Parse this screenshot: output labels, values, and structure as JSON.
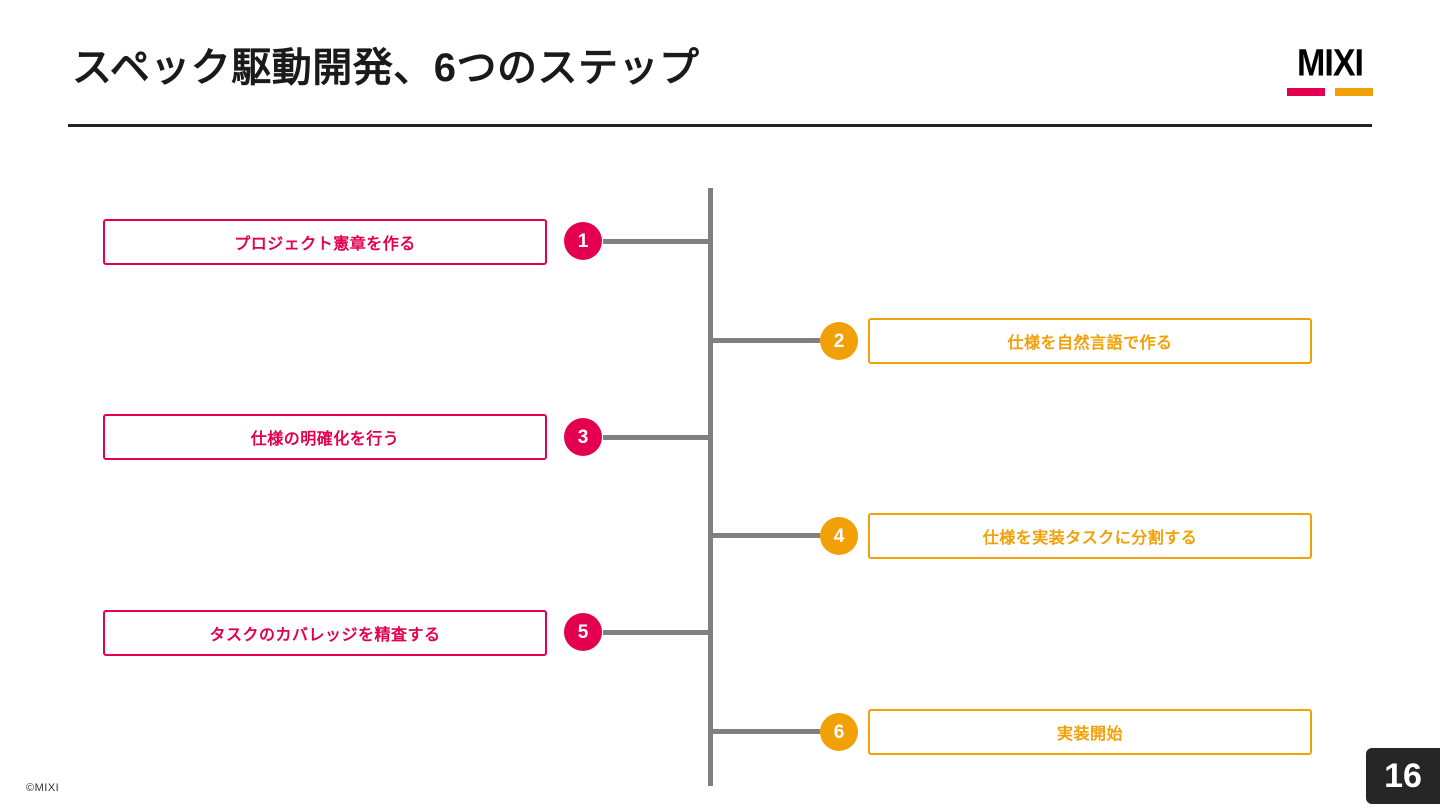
{
  "slide": {
    "title": "スペック駆動開発、6つのステップ",
    "page_number": "16",
    "copyright": "©MIXI",
    "background_color": "#FFFFFF"
  },
  "logo": {
    "wordmark": "MIXI",
    "bar_left_color": "#E4004F",
    "bar_right_color": "#F2A007"
  },
  "colors": {
    "pink": "#E4004F",
    "amber": "#F2A007",
    "timeline_gray": "#808080",
    "rule_dark": "#222222"
  },
  "timeline": {
    "axis_color": "#808080",
    "steps": [
      {
        "number": "1",
        "label": "プロジェクト憲章を作る",
        "side": "left",
        "color": "#E4004F"
      },
      {
        "number": "2",
        "label": "仕様を自然言語で作る",
        "side": "right",
        "color": "#F2A007"
      },
      {
        "number": "3",
        "label": "仕様の明確化を行う",
        "side": "left",
        "color": "#E4004F"
      },
      {
        "number": "4",
        "label": "仕様を実装タスクに分割する",
        "side": "right",
        "color": "#F2A007"
      },
      {
        "number": "5",
        "label": "タスクのカバレッジを精査する",
        "side": "left",
        "color": "#E4004F"
      },
      {
        "number": "6",
        "label": "実装開始",
        "side": "right",
        "color": "#F2A007"
      }
    ]
  }
}
